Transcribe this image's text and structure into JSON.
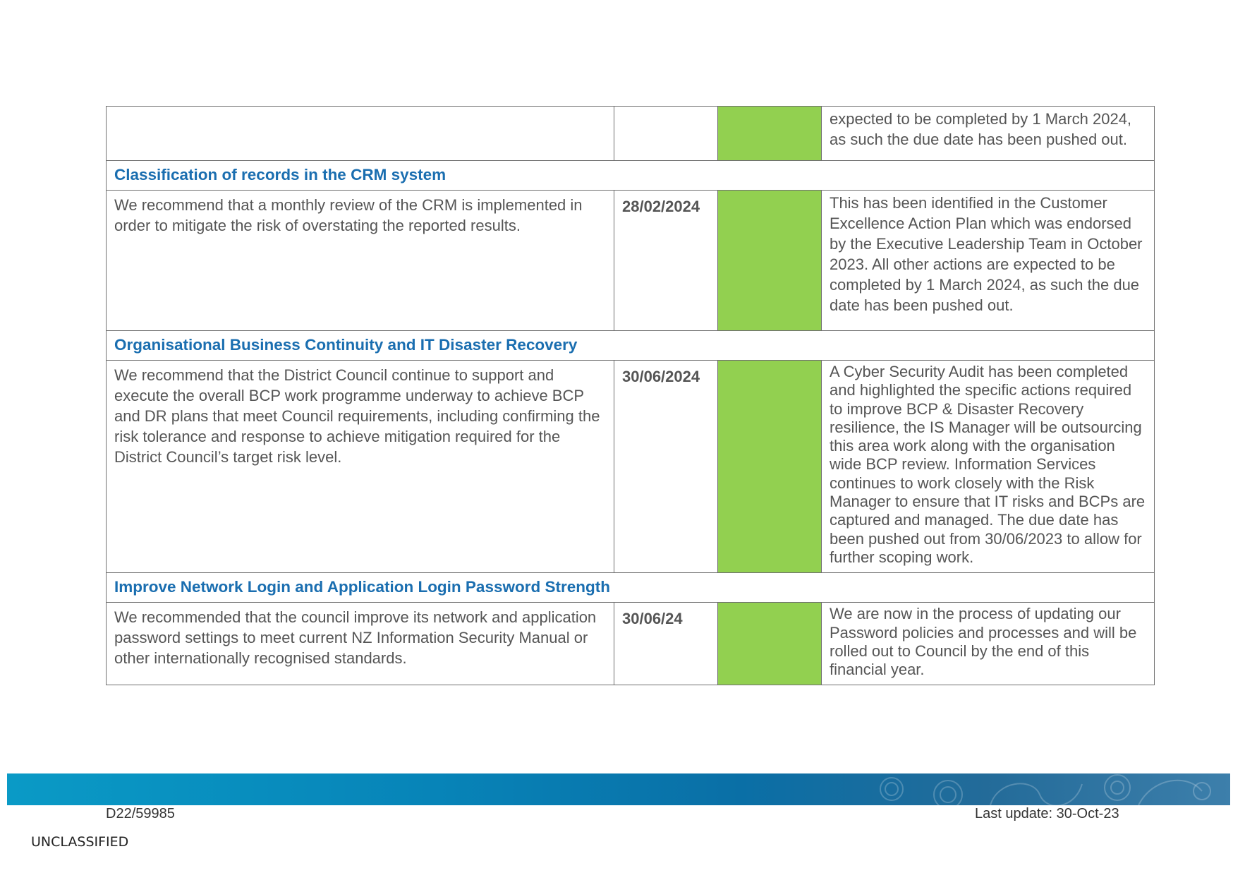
{
  "status_color": "#92d050",
  "heading_color": "#1a6eb0",
  "rows": [
    {
      "type": "continuation",
      "recommendation": "",
      "date": "",
      "status": "green",
      "comment": "expected to be completed by 1 March 2024, as such the due date has been pushed out."
    },
    {
      "type": "section",
      "title": "Classification of records in the CRM system"
    },
    {
      "type": "item",
      "recommendation": "We recommend that a monthly review of the CRM is implemented in order to mitigate the risk of overstating the reported results.",
      "date": "28/02/2024",
      "status": "green",
      "comment": "This has been identified in the Customer Excellence Action Plan which was endorsed by the Executive Leadership Team in October 2023.  All other actions are expected to be completed by 1 March 2024, as such the due date has been pushed out."
    },
    {
      "type": "section",
      "title": "Organisational Business Continuity and IT Disaster Recovery"
    },
    {
      "type": "item",
      "recommendation": "We recommend that the District Council continue to support and execute the overall BCP work programme underway to achieve BCP and DR plans that meet Council requirements, including confirming the risk tolerance and response to achieve mitigation required for the District Council’s target risk level.",
      "date": "30/06/2024",
      "status": "green",
      "comment": "A Cyber Security Audit has been completed and highlighted the specific actions required to improve BCP & Disaster Recovery resilience, the IS Manager will be outsourcing this area work along with the organisation wide BCP review. Information Services continues to work closely with the Risk Manager to ensure that IT risks and BCPs are captured and managed. The due date has been pushed out from 30/06/2023 to allow for further scoping work."
    },
    {
      "type": "section",
      "title": "Improve Network Login and Application Login Password Strength"
    },
    {
      "type": "item",
      "recommendation": "We recommended that the council improve its network and application password settings to meet current NZ Information Security Manual or other internationally recognised standards.",
      "date": "30/06/24",
      "status": "green",
      "comment": "We are now in the process of updating our Password policies and processes and will be rolled out to Council by the end of this financial year."
    }
  ],
  "footer": {
    "doc_ref": "D22/59985",
    "last_update": "Last update: 30-Oct-23",
    "classification": "UNCLASSIFIED"
  }
}
